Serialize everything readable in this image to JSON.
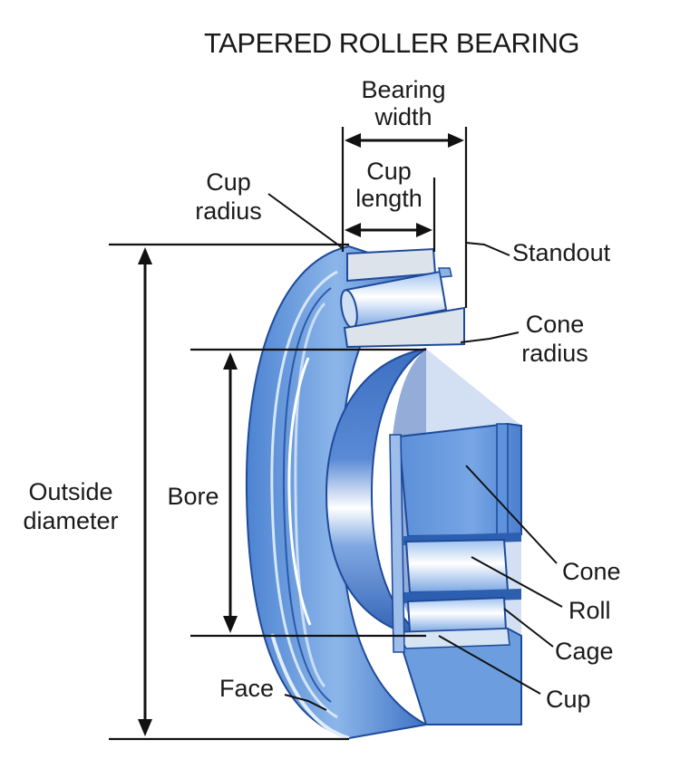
{
  "diagram": {
    "title": "TAPERED ROLLER BEARING",
    "labels": {
      "bearing_width": [
        "Bearing",
        "width"
      ],
      "cup_length": [
        "Cup",
        "length"
      ],
      "cup_radius": [
        "Cup",
        "radius"
      ],
      "standout": "Standout",
      "cone_radius": [
        "Cone",
        "radius"
      ],
      "outside_diameter": [
        "Outside",
        "diameter"
      ],
      "bore": "Bore",
      "cone": "Cone",
      "roll": "Roll",
      "cage": "Cage",
      "cup": "Cup",
      "face": "Face"
    },
    "colors": {
      "metal_light": "#cfe0f3",
      "metal_mid": "#6a9fdc",
      "metal_dark": "#3b6fc0",
      "outline": "#1e4a9a",
      "cup_section": "#dde3ea",
      "text": "#1a1a1a"
    }
  }
}
